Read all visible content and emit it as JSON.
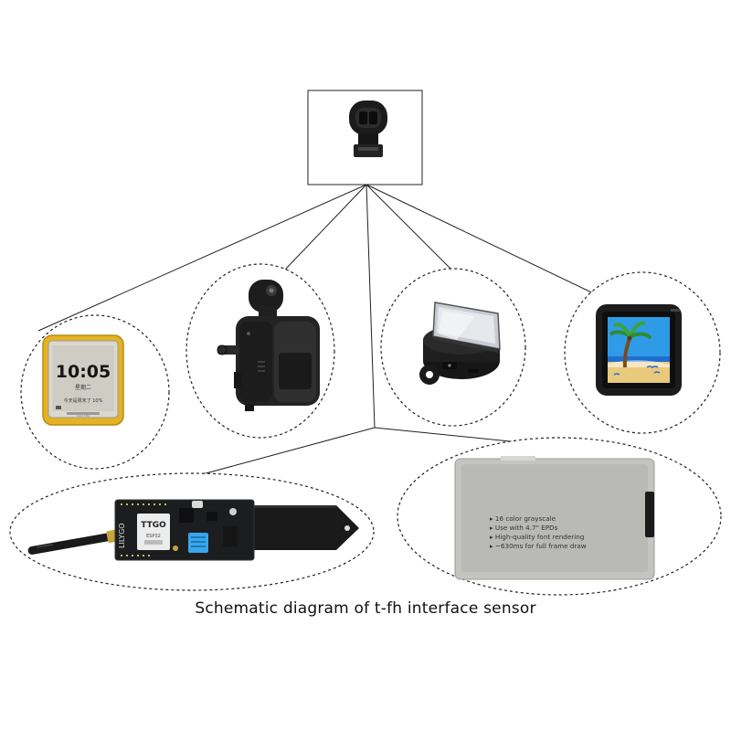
{
  "caption": "Schematic diagram of t-fh interface sensor",
  "devices": {
    "epaper_clock": {
      "time": "10:05",
      "date_line": "星期二",
      "info_line": "今天是周末了 10%",
      "brand_label": "LILYGO",
      "bezel_color": "#e3b325"
    },
    "watch_module": {},
    "smart_display": {},
    "tft_display": {
      "frame_color": "#1c1c1c",
      "sky_color": "#2f9be6",
      "sand_color": "#e9c97c"
    },
    "soil_sensor_board": {
      "brand_label": "LILYGO",
      "module_label": "TTGO",
      "sub_label": "ESP32"
    },
    "epd_panel": {
      "lines": [
        "16 color grayscale",
        "Use with 4.7\" EPDs",
        "High-quality font rendering",
        "~630ms for full frame draw"
      ]
    }
  }
}
